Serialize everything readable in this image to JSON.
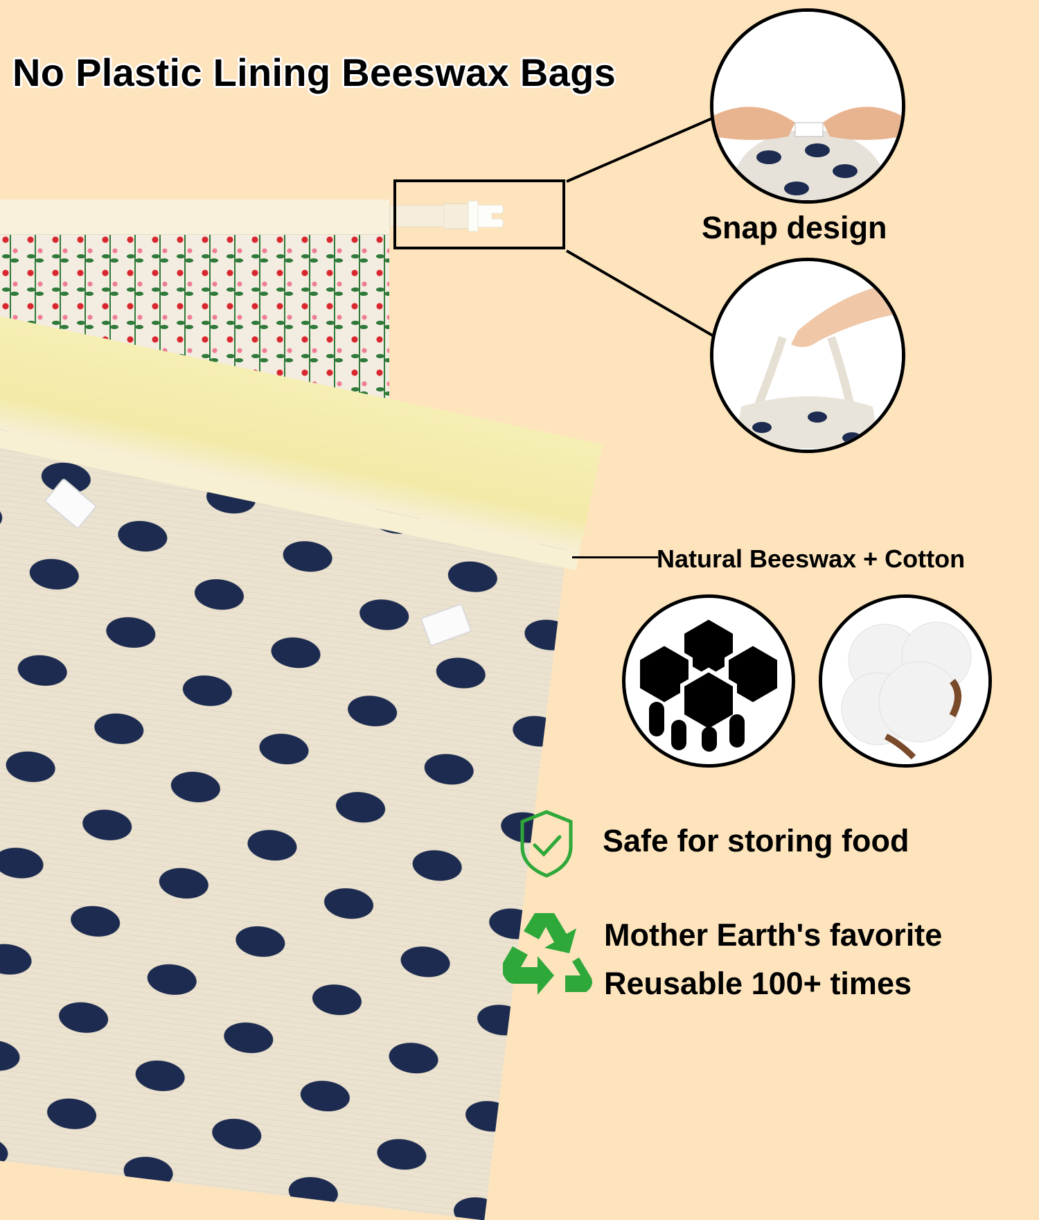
{
  "header": {
    "title": "No Plastic Lining Beeswax Bags"
  },
  "callouts": {
    "snap": {
      "label": "Snap design",
      "images": [
        {
          "name": "hands-fastening-buckle",
          "description": "Hands snapping buckle closed on whale-print bag"
        },
        {
          "name": "hand-carrying-bag",
          "description": "Hand holding bag by its strap handle"
        }
      ]
    },
    "material": {
      "label": "Natural Beeswax + Cotton",
      "icons": [
        "honeycomb-drip-icon",
        "cotton-boll-photo"
      ]
    }
  },
  "features": [
    {
      "icon": "shield-check-icon",
      "text": "Safe for storing food"
    },
    {
      "icon": "recycle-icon",
      "text": "Mother Earth's favorite"
    },
    {
      "icon": "recycle-icon",
      "text": "Reusable 100+ times"
    }
  ],
  "products": [
    {
      "name": "floral-bag",
      "pattern": "red and pink flowers on green vines"
    },
    {
      "name": "whale-bag",
      "pattern": "navy whales with waves",
      "lining": "beeswax coated cotton"
    }
  ],
  "colors": {
    "background": "#fde4bd",
    "accent_green": "#2fa83a",
    "whale_navy": "#1c2b4f",
    "text": "#000000"
  }
}
